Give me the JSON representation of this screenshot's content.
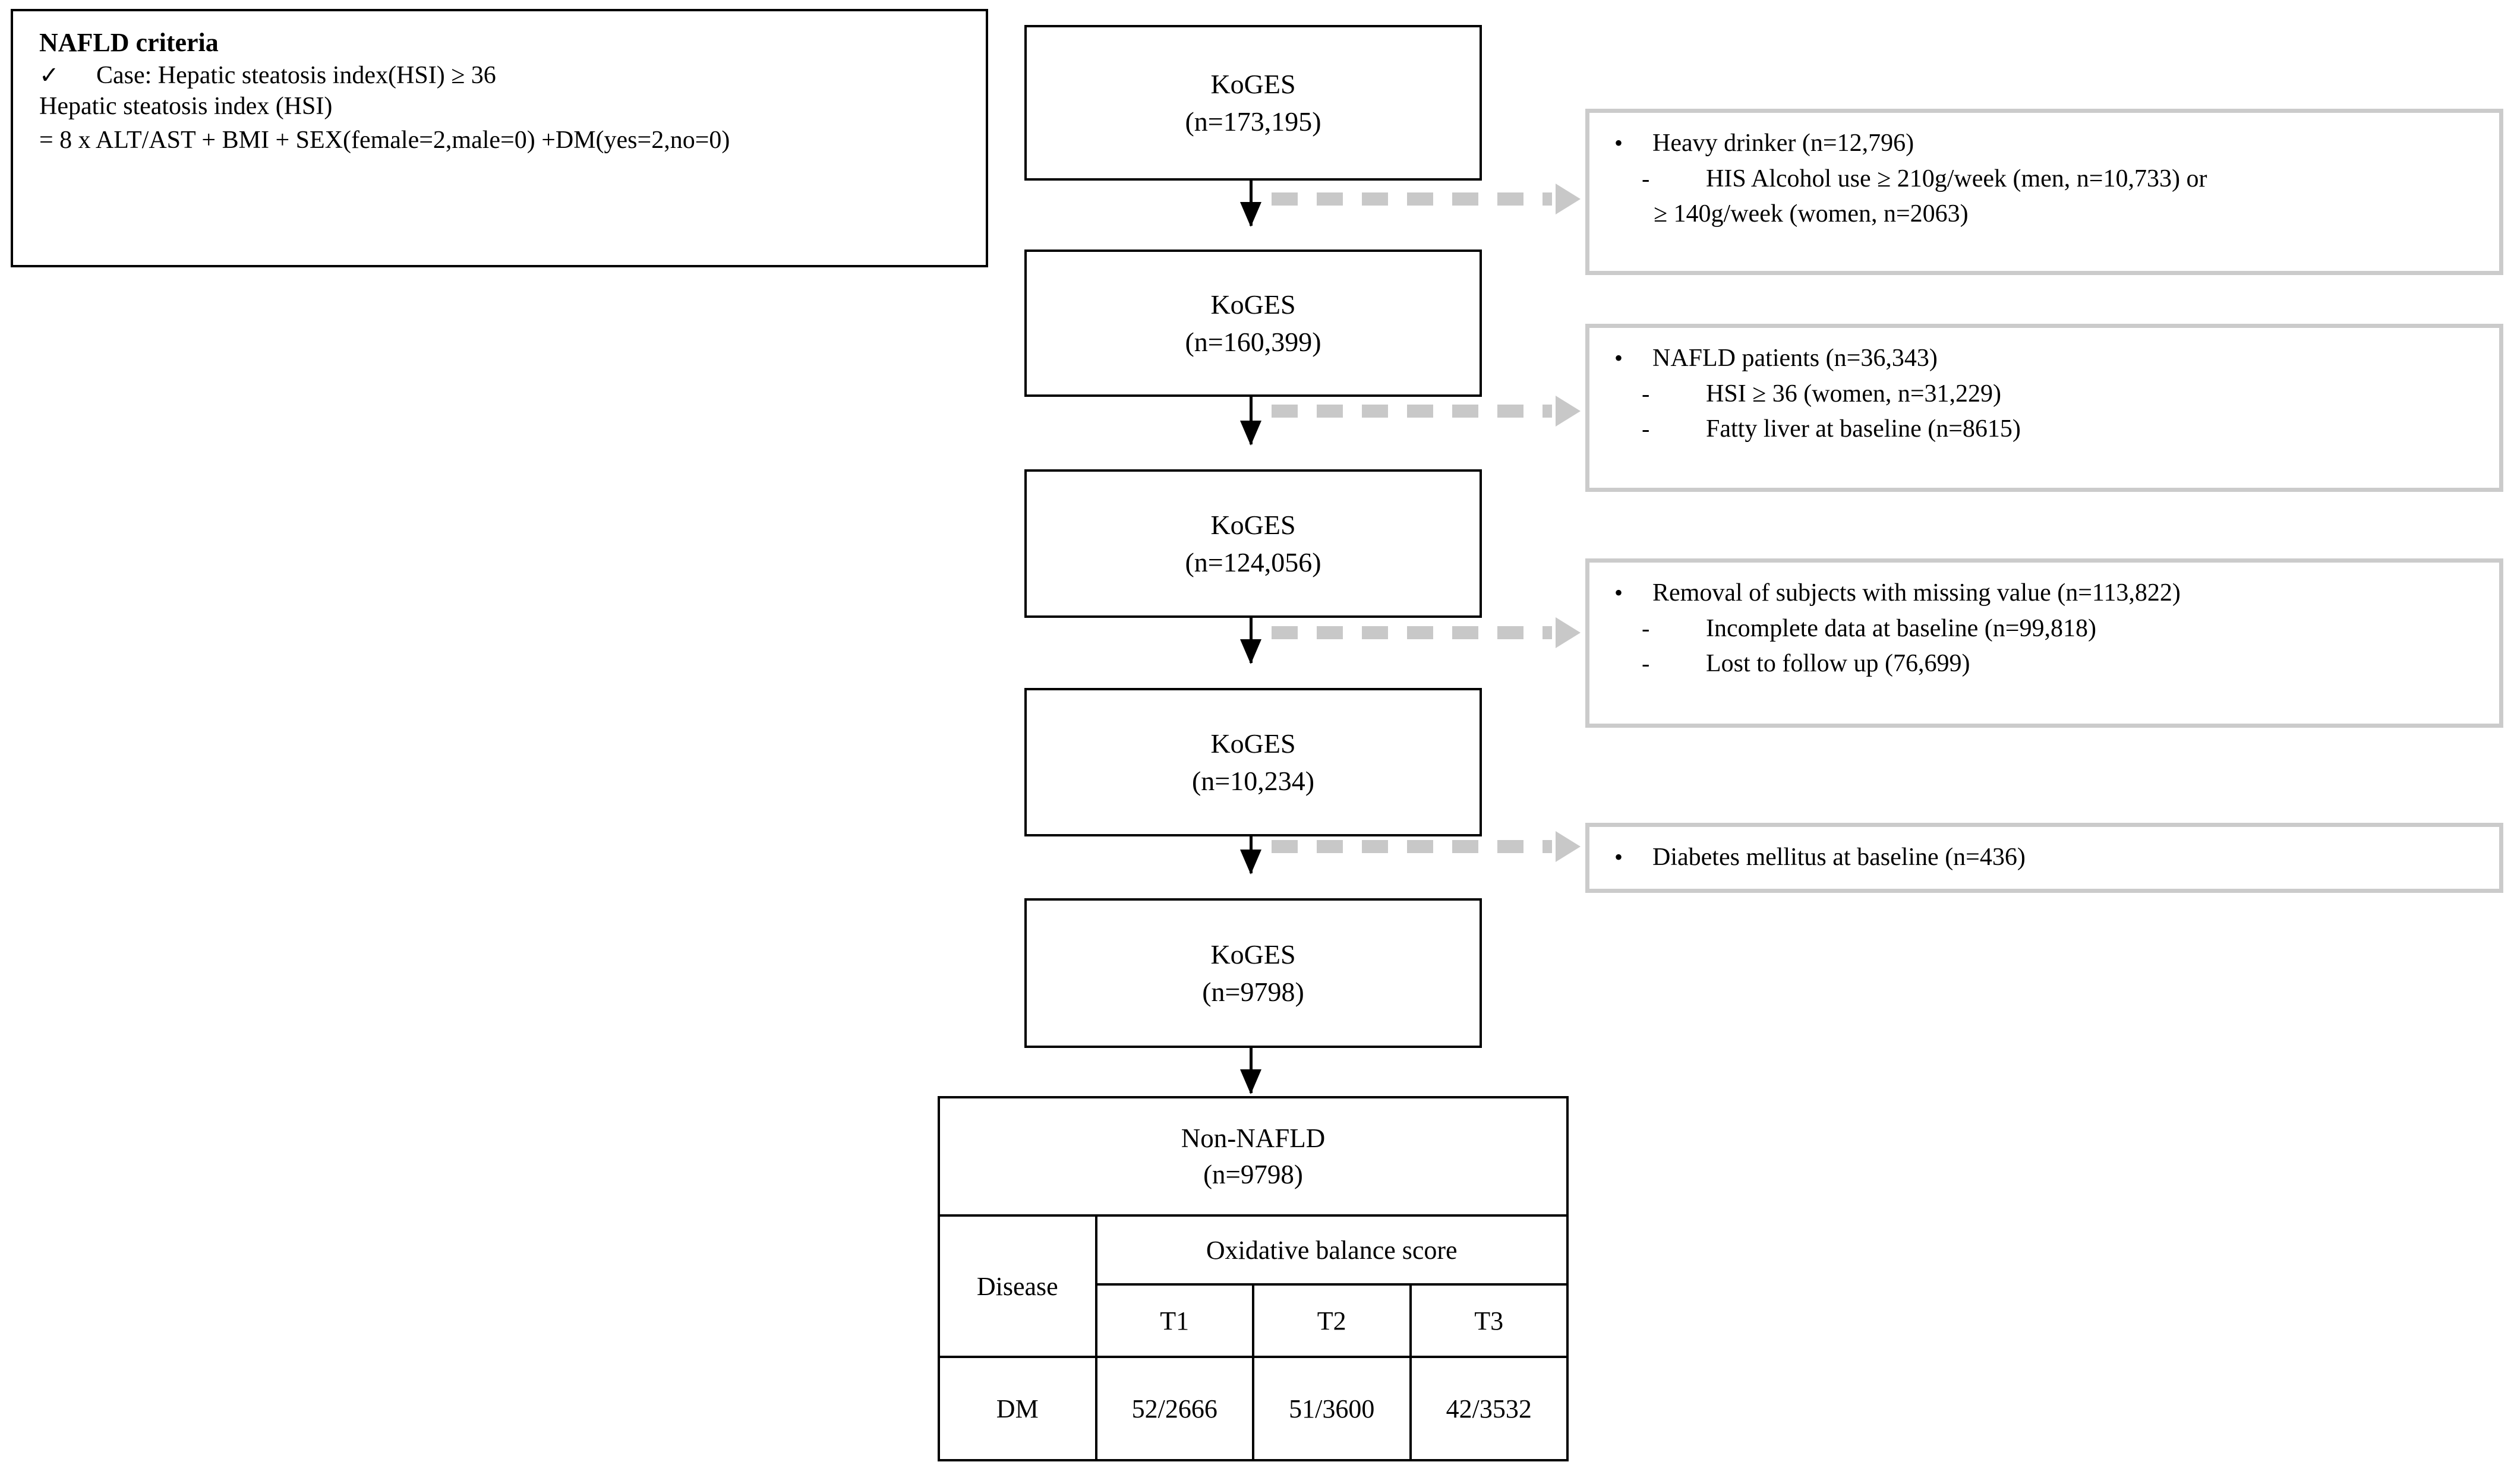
{
  "criteria": {
    "title": "NAFLD criteria",
    "check_icon": "check-mark",
    "check_text": "Case: Hepatic steatosis index(HSI) ≥ 36",
    "line_2": "Hepatic steatosis index (HSI)",
    "line_3": "= 8 x ALT/AST + BMI + SEX(female=2,male=0) +DM(yes=2,no=0)"
  },
  "flow": {
    "boxes": [
      {
        "title": "KoGES",
        "count": "(n=173,195)"
      },
      {
        "title": "KoGES",
        "count": "(n=160,399)"
      },
      {
        "title": "KoGES",
        "count": "(n=124,056)"
      },
      {
        "title": "KoGES",
        "count": "(n=10,234)"
      },
      {
        "title": "KoGES",
        "count": "(n=9798)"
      }
    ]
  },
  "exclusions": [
    {
      "rows": [
        {
          "marker": "•",
          "level": 0,
          "text": "Heavy drinker (n=12,796)"
        },
        {
          "marker": "-",
          "level": 1,
          "text": "HIS Alcohol use ≥ 210g/week (men, n=10,733) or"
        },
        {
          "marker": "",
          "level": 2,
          "text": "≥ 140g/week (women, n=2063)"
        }
      ]
    },
    {
      "rows": [
        {
          "marker": "•",
          "level": 0,
          "text": "NAFLD patients (n=36,343)"
        },
        {
          "marker": "-",
          "level": 1,
          "text": "HSI ≥ 36 (women, n=31,229)"
        },
        {
          "marker": "-",
          "level": 1,
          "text": "Fatty liver at baseline (n=8615)"
        }
      ]
    },
    {
      "rows": [
        {
          "marker": "•",
          "level": 0,
          "text": "Removal of subjects with missing value (n=113,822)"
        },
        {
          "marker": "-",
          "level": 1,
          "text": "Incomplete data at baseline (n=99,818)"
        },
        {
          "marker": "-",
          "level": 1,
          "text": "Lost to follow up (76,699)"
        }
      ]
    },
    {
      "rows": [
        {
          "marker": "•",
          "level": 0,
          "text": "Diabetes mellitus at baseline (n=436)"
        }
      ]
    }
  ],
  "outcome_table": {
    "header_title": "Non-NAFLD",
    "header_count": "(n=9798)",
    "disease_label": "Disease",
    "score_group_label": "Oxidative balance score",
    "tertiles": [
      "T1",
      "T2",
      "T3"
    ],
    "rows": [
      {
        "disease": "DM",
        "values": [
          "52/2666",
          "51/3600",
          "42/3532"
        ]
      }
    ]
  },
  "colors": {
    "box_border": "#000000",
    "exclusion_border": "#cbcbcb",
    "dashed_arrow": "#c8c8c8",
    "background": "#ffffff"
  }
}
